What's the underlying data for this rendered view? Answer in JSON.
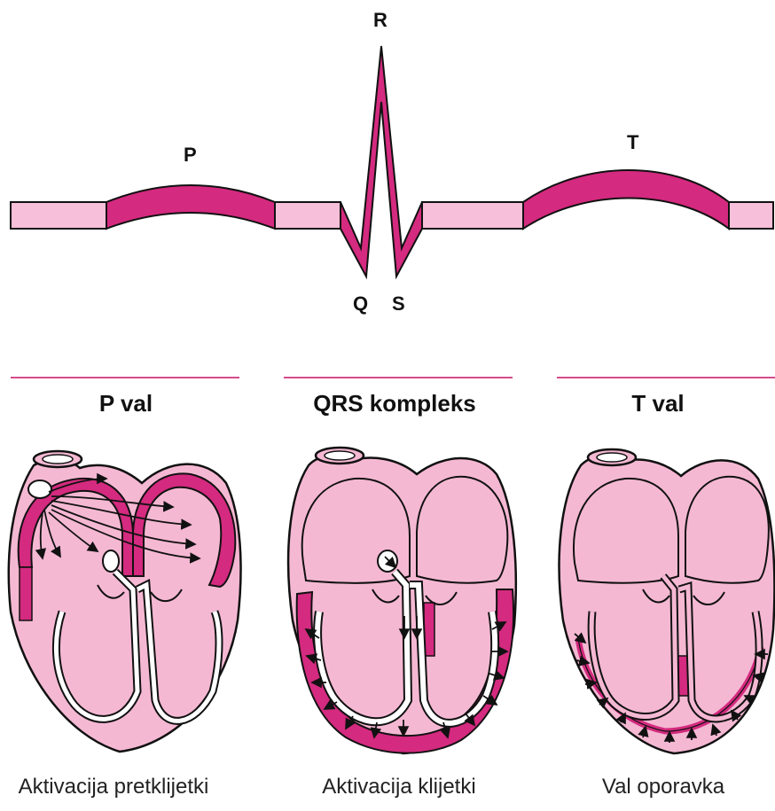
{
  "wave": {
    "labels": {
      "p": "P",
      "r": "R",
      "t": "T",
      "q": "Q",
      "s": "S"
    }
  },
  "panels": [
    {
      "title": "P val",
      "caption": "Aktivacija pretklijetki"
    },
    {
      "title": "QRS kompleks",
      "caption": "Aktivacija klijetki"
    },
    {
      "title": "T val",
      "caption": "Val oporavka"
    }
  ],
  "colors": {
    "light_pink": "#f7bfd9",
    "heart_pink": "#f5b8d3",
    "magenta": "#d42a7f",
    "outline": "#111111",
    "rule": "#d64b8c"
  }
}
